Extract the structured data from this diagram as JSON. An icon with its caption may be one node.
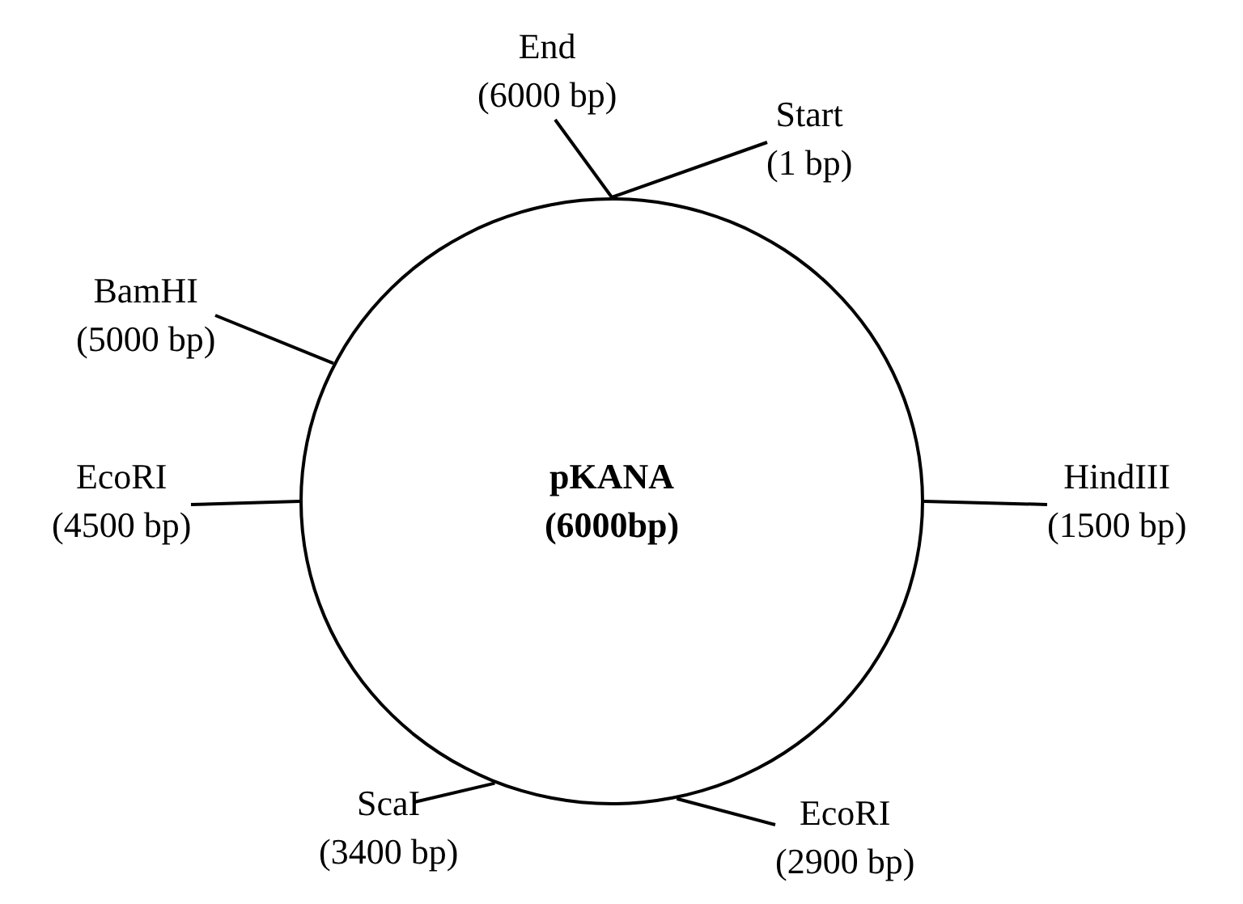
{
  "diagram": {
    "nodes": [
      {
        "text": [
          "pKANA (6000bp)"
        ]
      },
      {
        "text": [
          "End (6000 bp)"
        ]
      },
      {
        "text": [
          "Start (1 bp)"
        ]
      },
      {
        "text": [
          "BamHI (5000 bp)"
        ]
      },
      {
        "text": [
          "EcoRI (4500 bp)"
        ]
      },
      {
        "text": [
          "HindIII (1500 bp)"
        ]
      },
      {
        "text": [
          "ScaI (3400 bp)"
        ]
      },
      {
        "text": [
          "EcoRI (2900 bp)"
        ]
      }
    ],
    "edges": [
      {
        "from": 1,
        "to": 0,
        "arrow": "none"
      },
      {
        "from": 2,
        "to": 0,
        "arrow": "none"
      },
      {
        "from": 3,
        "to": 0,
        "arrow": "none"
      },
      {
        "from": 4,
        "to": 0,
        "arrow": "none"
      },
      {
        "from": 5,
        "to": 0,
        "arrow": "none"
      },
      {
        "from": 6,
        "to": 0,
        "arrow": "none"
      },
      {
        "from": 7,
        "to": 0,
        "arrow": "none"
      }
    ]
  }
}
